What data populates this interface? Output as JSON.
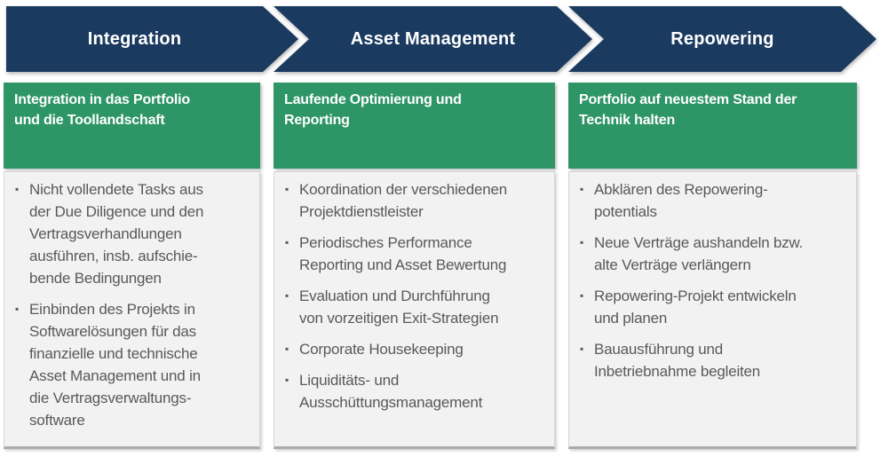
{
  "colors": {
    "arrow_navy": "#1b3a5f",
    "banner_green": "#2d9566",
    "panel_gray": "#f2f2f2",
    "body_text_gray": "#595959"
  },
  "columns": [
    {
      "arrow_label": "Integration",
      "goal": "Integration in das Portfolio\nund die Toollandschaft",
      "bullets": [
        "Nicht vollendete Tasks aus\nder Due Diligence und den\nVertragsverhandlungen\nausführen, insb. aufschie-\nbende Bedingungen",
        "Einbinden des Projekts in\nSoftwarelösungen für das\nfinanzielle und technische\nAsset Management und in\ndie Vertragsverwaltungs-\nsoftware"
      ]
    },
    {
      "arrow_label": "Asset Management",
      "goal": "Laufende Optimierung und\nReporting",
      "bullets": [
        "Koordination der verschiedenen\nProjektdienstleister",
        "Periodisches Performance\nReporting und Asset Bewertung",
        "Evaluation und Durchführung\nvon vorzeitigen Exit-Strategien",
        "Corporate Housekeeping",
        "Liquiditäts- und\nAusschüttungsmanagement"
      ]
    },
    {
      "arrow_label": "Repowering",
      "goal": "Portfolio auf neuestem Stand der\nTechnik halten",
      "bullets": [
        "Abklären des Repowering-\npotentials",
        "Neue Verträge aushandeln bzw.\nalte Verträge verlängern",
        "Repowering-Projekt entwickeln\nund planen",
        "Bauausführung und\nInbetriebnahme begleiten"
      ]
    }
  ]
}
